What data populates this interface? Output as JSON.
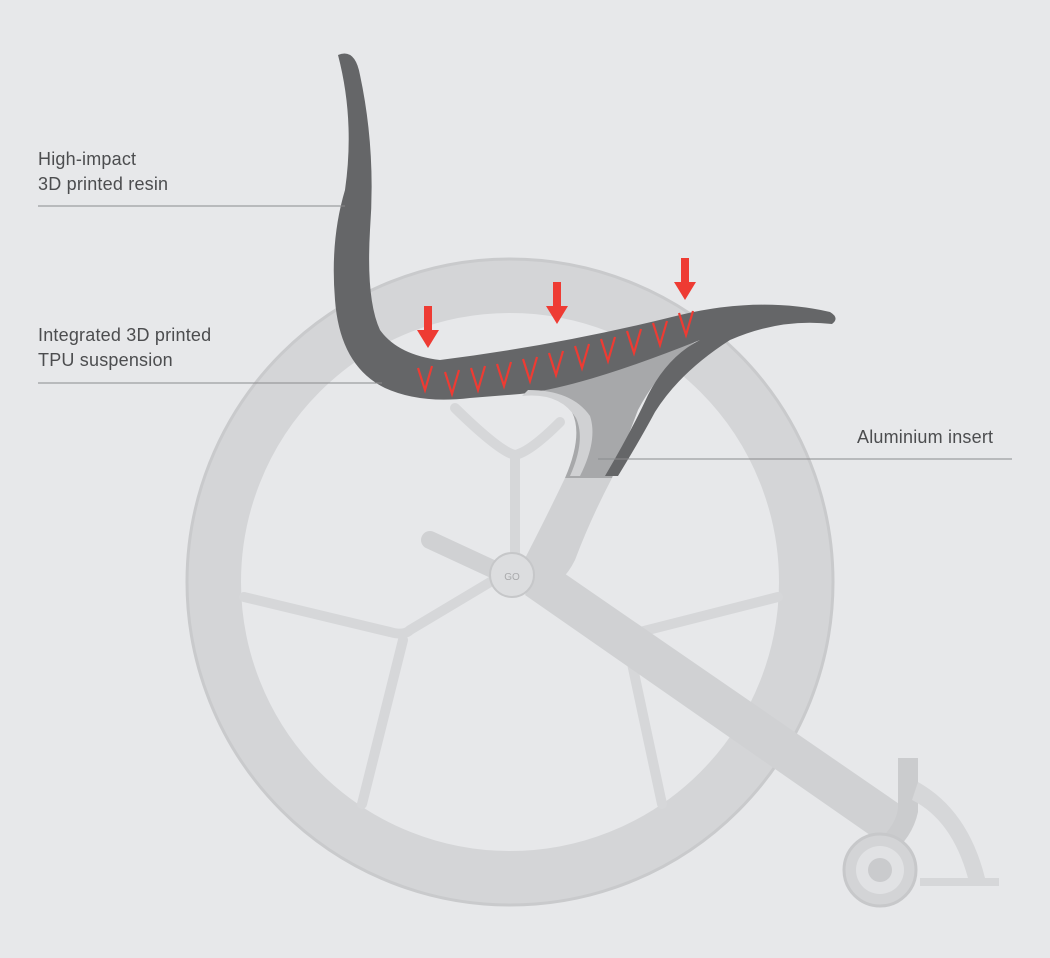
{
  "labels": {
    "resin": {
      "line1": "High-impact",
      "line2": "3D printed resin"
    },
    "tpu": {
      "line1": "Integrated 3D printed",
      "line2": "TPU suspension"
    },
    "aluminium": {
      "line1": "Aluminium insert"
    }
  },
  "hub_text": "GO",
  "colors": {
    "background": "#e7e8ea",
    "wheel": "#d4d5d7",
    "frame": "#cfd0d2",
    "seat_shell": "#656668",
    "aluminium_insert": "#a7a8aa",
    "suspension_marks": "#ee3b33",
    "load_arrows": "#ee3b33",
    "leader_lines": "#8a8b8d",
    "label_text": "#4c4d4f"
  },
  "icons": [
    "load-arrow-icon",
    "suspension-v-icon"
  ]
}
